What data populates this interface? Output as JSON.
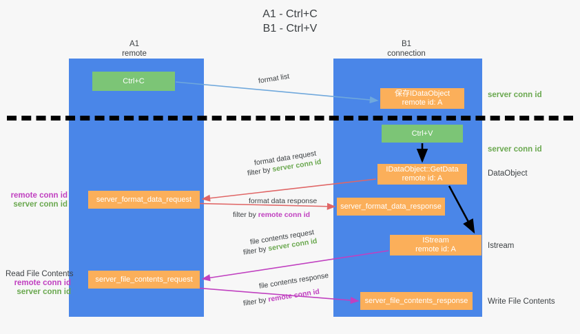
{
  "title": "A1 - Ctrl+C\nB1 - Ctrl+V",
  "columns": {
    "left": "A1\nremote",
    "right": "B1\nconnection"
  },
  "colors": {
    "lane": "#4a86e8",
    "green_node": "#7cc576",
    "orange_node": "#fbaf5a",
    "server_conn_id": "#6aa84f",
    "remote_conn_id": "#c040c0",
    "arrow_blue": "#6fa8dc",
    "arrow_red": "#e06666",
    "arrow_magenta": "#c040c0",
    "arrow_black": "#000000",
    "background": "#f7f7f7"
  },
  "nodes": {
    "ctrl_c": "Ctrl+C",
    "idataobject": "保存IDataObject\nremote id: A",
    "ctrl_v": "Ctrl+V",
    "getdata": "IDataObject::GetData\nremote id: A",
    "server_format_data_request": "server_format_data_request",
    "server_format_data_response": "server_format_data_response",
    "istream": "IStream\nremote id: A",
    "server_file_contents_request": "server_file_contents_request",
    "server_file_contents_response": "server_file_contents_response"
  },
  "edge_labels": {
    "format_list": "format list",
    "format_data_request": "format data request",
    "format_data_request_filter_prefix": "filter by ",
    "format_data_request_filter_value": "server conn id",
    "format_data_response": "format data response",
    "format_data_response_filter_prefix": "filter by ",
    "format_data_response_filter_value": "remote conn id",
    "file_contents_request": "file contents request",
    "file_contents_request_filter_prefix": "filter by ",
    "file_contents_request_filter_value": "server conn id",
    "file_contents_response": "file contents response",
    "file_contents_response_filter_prefix": "filter by ",
    "file_contents_response_filter_value": "remote conn id"
  },
  "side_labels": {
    "server_conn_id_top": "server conn id",
    "server_conn_id_mid": "server conn id",
    "dataobject": "DataObject",
    "istream": "Istream",
    "write_file_contents": "Write File Contents",
    "read_file_contents": "Read File Contents",
    "remote_conn_id": "remote conn id",
    "server_conn_id": "server conn id"
  }
}
